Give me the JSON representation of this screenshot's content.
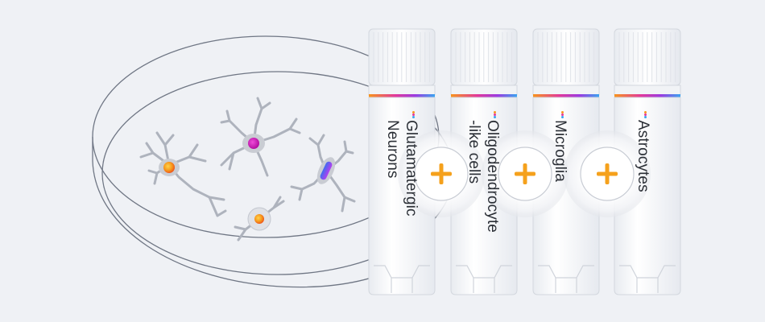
{
  "vials": [
    {
      "name": "glutamatergic-neurons",
      "lines": [
        "Glutamatergic",
        "Neurons"
      ]
    },
    {
      "name": "oligodendrocyte-like-cells",
      "lines": [
        "Oligodendrocyte",
        "-like cells"
      ]
    },
    {
      "name": "microglia",
      "lines": [
        "Microglia",
        ""
      ]
    },
    {
      "name": "astrocytes",
      "lines": [
        "Astrocytes",
        ""
      ]
    }
  ],
  "plus_symbol": "+",
  "colors": {
    "background": "#eff1f5",
    "outline": "#6f7684",
    "accent_orange": "#f5a11c",
    "cell_magenta": "#d21dbd",
    "gradient_stripe": [
      "#f7941d",
      "#e2389a",
      "#9b3ae0",
      "#3aa4f0"
    ]
  },
  "icons": [
    "petri-dish-icon",
    "neuron-cell-icon",
    "brand-dots-icon",
    "plus-icon"
  ]
}
